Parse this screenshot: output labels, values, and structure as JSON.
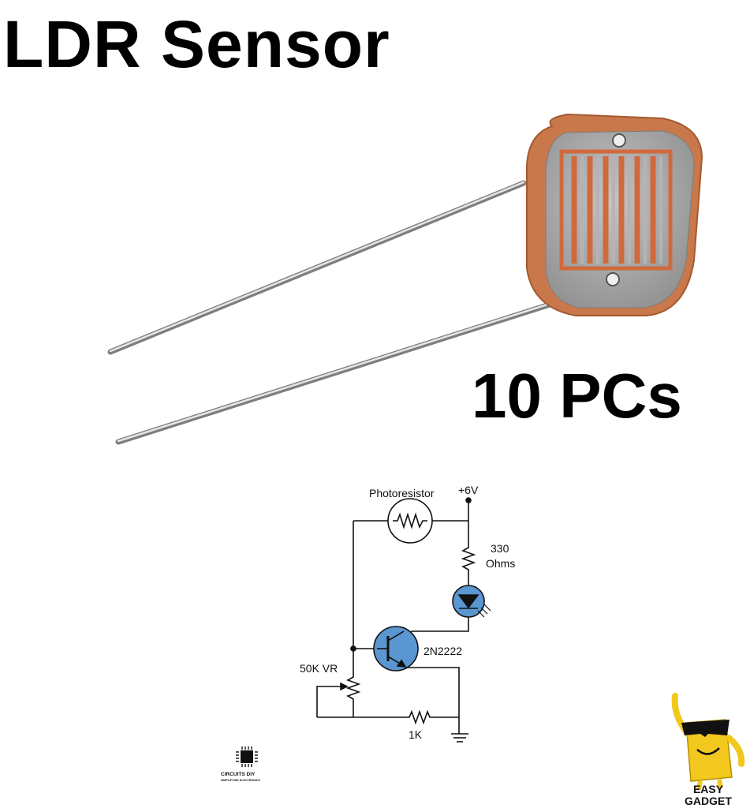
{
  "title": "LDR Sensor",
  "quantity": "10 PCs",
  "circuit": {
    "photoresistor_label": "Photoresistor",
    "supply_label": "+6V",
    "resistor_value": "330",
    "resistor_unit": "Ohms",
    "transistor_label": "2N2222",
    "pot_label": "50K VR",
    "base_resistor_label": "1K"
  },
  "logos": {
    "circuits_diy": {
      "name": "CIRCUITS DIY",
      "tagline": "SIMPLIFYING ELECTRONICS"
    },
    "easy_gadget": {
      "line1": "EASY",
      "line2": "GADGET"
    }
  },
  "colors": {
    "ldr_body": "#c8784a",
    "ldr_face": "#a8a8a8",
    "track": "#d06a3a",
    "component_fill": "#5a97d0",
    "logo_yellow": "#f2c81e"
  }
}
